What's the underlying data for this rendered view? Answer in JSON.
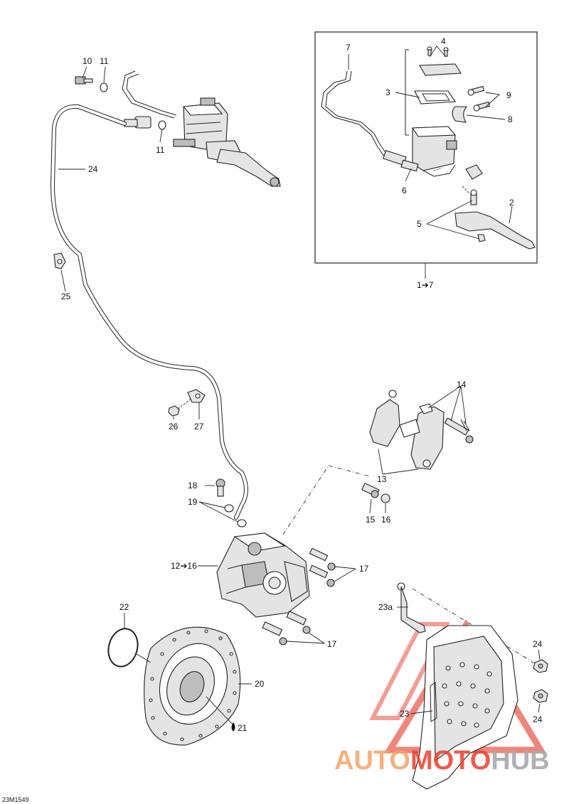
{
  "diagram_code": "23M1549",
  "callouts": {
    "c1to7": "1➔7",
    "c2": "2",
    "c3": "3",
    "c4": "4",
    "c5": "5",
    "c6": "6",
    "c7": "7",
    "c8": "8",
    "c9": "9",
    "c10": "10",
    "c11a": "11",
    "c11b": "11",
    "c12to16": "12➔16",
    "c13": "13",
    "c14": "14",
    "c15": "15",
    "c16": "16",
    "c17a": "17",
    "c17b": "17",
    "c18": "18",
    "c19": "19",
    "c20": "20",
    "c21": "21",
    "c22": "22",
    "c23": "23",
    "c23a": "23a",
    "c24hose": "24",
    "c24a": "24",
    "c24b": "24",
    "c25": "25",
    "c26": "26",
    "c27": "27"
  },
  "watermark": {
    "part1": "AUTO",
    "part2": "MOTO",
    "part3": "HUB",
    "color1": "#f2a36a",
    "color2": "#e8402e",
    "color3": "#a7a9ac"
  }
}
